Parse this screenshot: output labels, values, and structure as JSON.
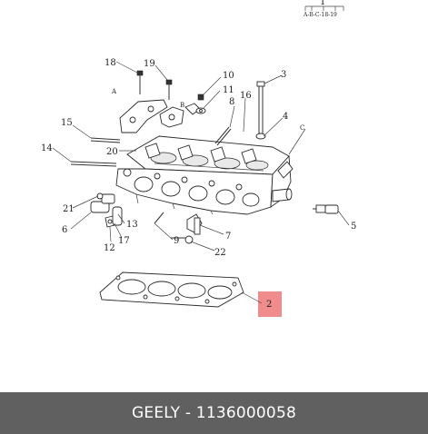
{
  "diagram": {
    "header_note_number": "1",
    "header_note_text": "A-B-C-18-19",
    "callouts": [
      "18",
      "19",
      "10",
      "11",
      "3",
      "16",
      "8",
      "15",
      "4",
      "14",
      "20",
      "21",
      "6",
      "13",
      "12",
      "17",
      "9",
      "7",
      "22",
      "5",
      "2"
    ],
    "letter_labels": [
      "A",
      "B",
      "C"
    ],
    "highlighted_callout": "2",
    "highlight_color": "#f08c8c"
  },
  "caption": {
    "text": "GEELY - 1136000058",
    "bar_color": "#606060"
  }
}
